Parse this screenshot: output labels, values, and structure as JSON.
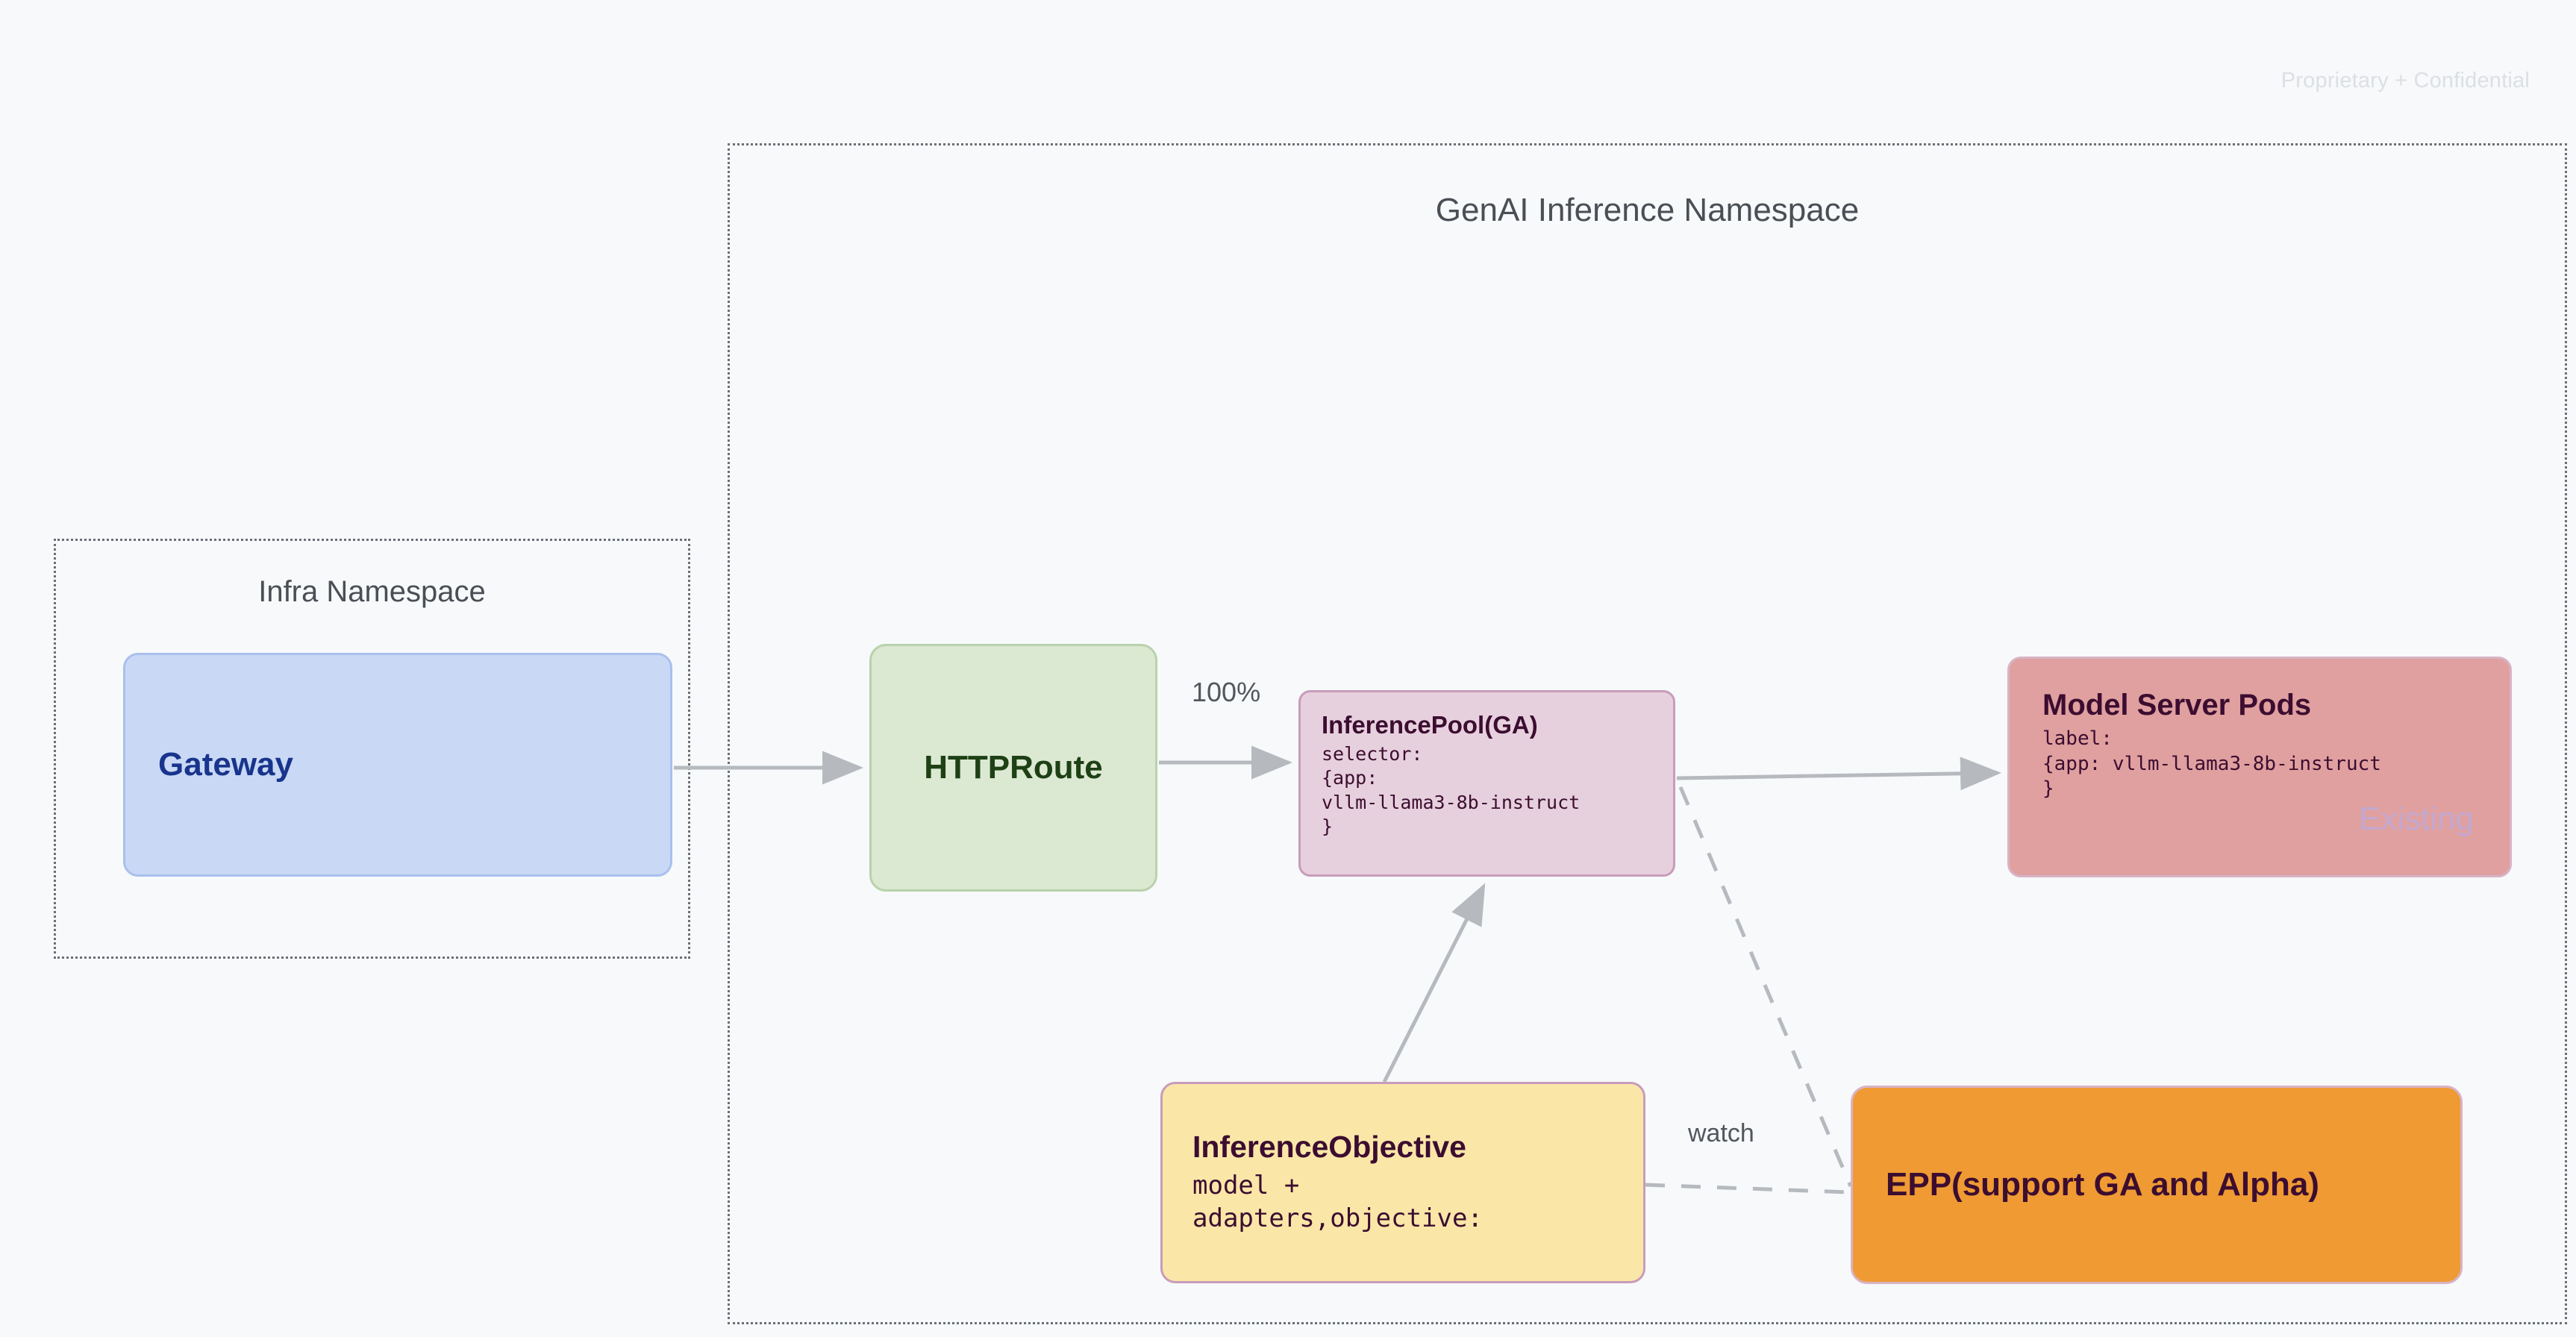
{
  "page": {
    "watermark": "Proprietary + Confidential",
    "background_color": "#f7f9fb"
  },
  "namespaces": [
    {
      "id": "infra",
      "title": "Infra Namespace",
      "border_style": "dotted",
      "border_color": "#6b6f76"
    },
    {
      "id": "genai",
      "title": "GenAI Inference Namespace",
      "border_style": "dotted",
      "border_color": "#6b6f76"
    }
  ],
  "nodes": {
    "gateway": {
      "title": "Gateway",
      "fill": "#c9d8f5",
      "border": "#a9c0ec",
      "text_color": "#18348c"
    },
    "httproute": {
      "title": "HTTPRoute",
      "fill": "#dbe8d2",
      "border": "#b9d2ab",
      "text_color": "#1d4014"
    },
    "inferencepool": {
      "title": "InferencePool(GA)",
      "body": "selector:\n{app:\nvllm-llama3-8b-instruct\n}",
      "fill": "#e6d0dd",
      "border": "#c89cba",
      "text_color": "#3c0d30"
    },
    "modelserverpods": {
      "title": "Model Server Pods",
      "body": "label:\n{app: vllm-llama3-8b-instruct\n}",
      "badge": "Existing",
      "fill": "#e0a0a0",
      "border": "#d8b3c4",
      "text_color": "#3c0d30",
      "badge_color": "#c3a8d0"
    },
    "inferenceobjective": {
      "title": "InferenceObjective",
      "body": "model +\nadapters,objective:",
      "fill": "#fae7a8",
      "border": "#c89cba",
      "text_color": "#3c0d30"
    },
    "epp": {
      "title": "EPP(support GA and Alpha)",
      "fill": "#ef9a33",
      "border": "#d8b3c4",
      "text_color": "#3c0d30"
    }
  },
  "edges": [
    {
      "id": "gateway-to-httproute",
      "from": "gateway",
      "to": "httproute",
      "label": "",
      "style": "solid",
      "color": "#b6babf"
    },
    {
      "id": "httproute-to-inferencepool",
      "from": "httproute",
      "to": "inferencepool",
      "label": "100%",
      "style": "solid",
      "color": "#b6babf"
    },
    {
      "id": "inferencepool-to-modelserverpods",
      "from": "inferencepool",
      "to": "modelserverpods",
      "label": "",
      "style": "solid",
      "color": "#b6babf"
    },
    {
      "id": "inferenceobjective-to-inferencepool",
      "from": "inferenceobjective",
      "to": "inferencepool",
      "label": "",
      "style": "solid",
      "color": "#b6babf"
    },
    {
      "id": "inferencepool-to-epp",
      "from": "inferencepool",
      "to": "epp",
      "label": "",
      "style": "dashed",
      "color": "#b6babf"
    },
    {
      "id": "inferenceobjective-to-epp",
      "from": "inferenceobjective",
      "to": "epp",
      "label": "watch",
      "style": "dashed",
      "color": "#b6babf"
    }
  ],
  "edge_labels": {
    "percent": "100%",
    "watch": "watch"
  }
}
